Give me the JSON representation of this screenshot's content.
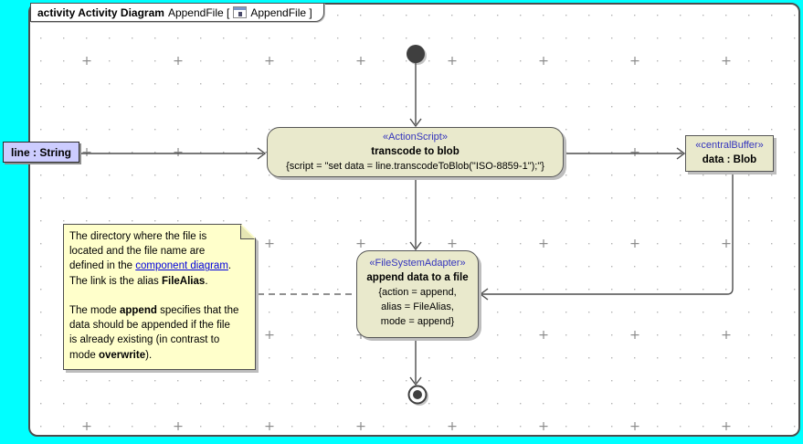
{
  "frame": {
    "title_bold": "activity Activity Diagram",
    "title_mid": "AppendFile [",
    "title_end": "AppendFile ]",
    "icon": "activity-diagram-icon"
  },
  "colors": {
    "background": "#00ffff",
    "canvas": "#ffffff",
    "node_fill": "#e9e9cc",
    "node_border": "#565656",
    "stereotype_text": "#3434bd",
    "pin_fill": "#ccccfe",
    "note_fill": "#ffffcb",
    "link_text": "#0000dd",
    "edge": "#4d4d4d"
  },
  "nodes": {
    "input_pin": {
      "label": "line : String"
    },
    "action_transcode": {
      "stereotype": "«ActionScript»",
      "name": "transcode to blob",
      "script_line": "{script = \"set data = line.transcodeToBlob(\"ISO-8859-1\");\"}"
    },
    "central_buffer": {
      "stereotype": "«centralBuffer»",
      "name": "data : Blob"
    },
    "action_append": {
      "stereotype": "«FileSystemAdapter»",
      "name": "append data to a file",
      "constraints": [
        "{action = append,",
        "alias = FileAlias,",
        "mode = append}"
      ]
    },
    "note": {
      "l1": "The directory where the file is",
      "l2": "located and the file name are",
      "l3a": "defined in the ",
      "l3_link": "component diagram",
      "l3b": ".",
      "l4a": "The link is the alias ",
      "l4_bold": "FileAlias",
      "l4b": ".",
      "l6a": "The mode ",
      "l6_bold": "append",
      "l6b": " specifies that the",
      "l7": "data should be appended if the file",
      "l8": "is already existing (in contrast to",
      "l9a": "mode ",
      "l9_bold": "overwrite",
      "l9b": ")."
    }
  }
}
